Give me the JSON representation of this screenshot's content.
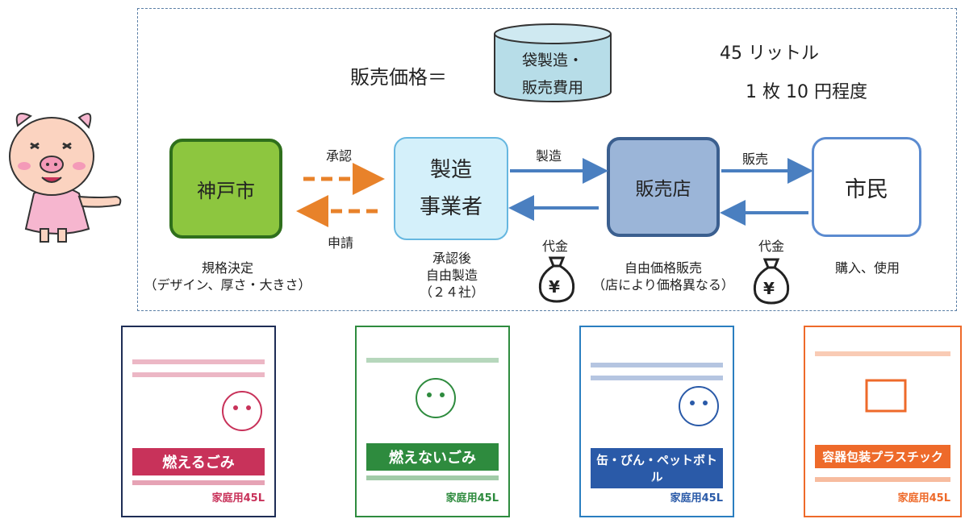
{
  "formula": {
    "price_label": "販売価格＝",
    "cylinder_line1": "袋製造・",
    "cylinder_line2": "販売費用",
    "volume": "45 リットル",
    "unit_price": "1 枚 10 円程度"
  },
  "nodes": {
    "kobe": "神戸市",
    "maker_line1": "製造",
    "maker_line2": "事業者",
    "shop": "販売店",
    "citizen": "市民"
  },
  "arrows": {
    "approve": "承認",
    "apply": "申請",
    "manufacture": "製造",
    "sell": "販売",
    "payment1": "代金",
    "payment2": "代金"
  },
  "captions": {
    "kobe_line1": "規格決定",
    "kobe_line2": "（デザイン、厚さ・大きさ）",
    "maker_line1": "承認後",
    "maker_line2": "自由製造",
    "maker_line3": "（２４社）",
    "shop_line1": "自由価格販売",
    "shop_line2": "（店により価格異なる）",
    "citizen": "購入、使用"
  },
  "money_symbol": "¥",
  "posters": [
    {
      "title": "燃えるごみ",
      "bag": "家庭用45L",
      "color": "#c8325a"
    },
    {
      "title": "燃えないごみ",
      "bag": "家庭用45L",
      "color": "#2e8b3e"
    },
    {
      "title": "缶・びん・ペットボトル",
      "bag": "家庭用45L",
      "color": "#2a5aa8"
    },
    {
      "title": "容器包装プラスチック",
      "bag": "家庭用45L",
      "color": "#ee6a2a"
    }
  ]
}
